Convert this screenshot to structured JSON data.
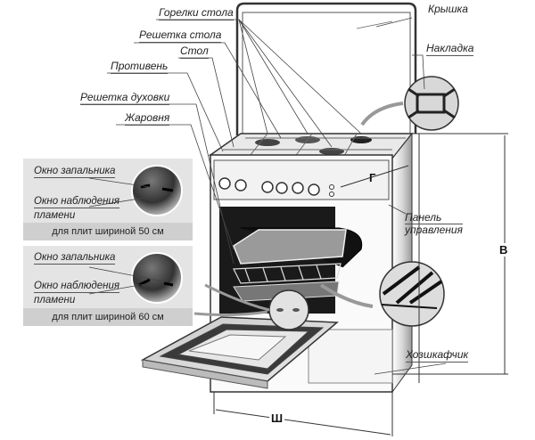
{
  "diagram": {
    "subject": "gas stove",
    "labels": {
      "burners": "Горелки стола",
      "table_grate": "Решетка стола",
      "table": "Стол",
      "baking_tray": "Противень",
      "oven_rack": "Решетка духовки",
      "roasting_pan": "Жаровня",
      "lid": "Крышка",
      "overlay": "Накладка",
      "control_panel_1": "Панель",
      "control_panel_2": "управления",
      "storage_drawer": "Хозшкафчик"
    },
    "dimensions": {
      "depth": "Г",
      "height": "В",
      "width": "Ш"
    },
    "insets": [
      {
        "igniter_window": "Окно запальника",
        "flame_window_1": "Окно наблюдения",
        "flame_window_2": "пламени",
        "caption": "для плит шириной 50 см"
      },
      {
        "igniter_window": "Окно запальника",
        "flame_window_1": "Окно наблюдения",
        "flame_window_2": "пламени",
        "caption": "для плит шириной 60 см"
      }
    ]
  }
}
